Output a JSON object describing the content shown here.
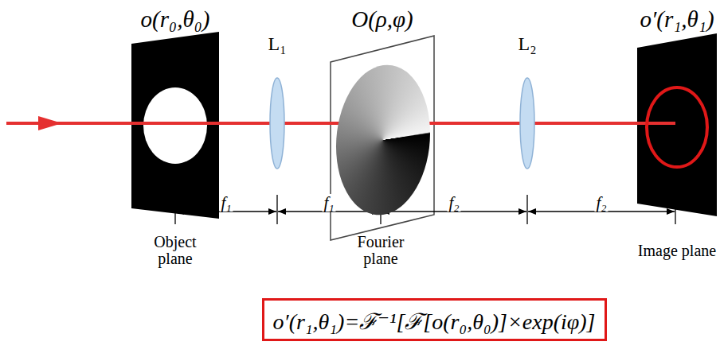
{
  "diagram": {
    "nodes": [
      {
        "text": [
          "o′(r₁,θ₁)=ℱ⁻¹[ℱ[o(r₀,θ₀)]×exp(iφ)]"
        ]
      }
    ],
    "labels": [
      "o(r₀,θ₀)",
      "L₁",
      "O(ρ,φ)",
      "L₂",
      "o′(r₁,θ₁)",
      "f₁",
      "f₁",
      "f₂",
      "f₂",
      "Object plane",
      "Fourier plane",
      "Image plane"
    ]
  }
}
